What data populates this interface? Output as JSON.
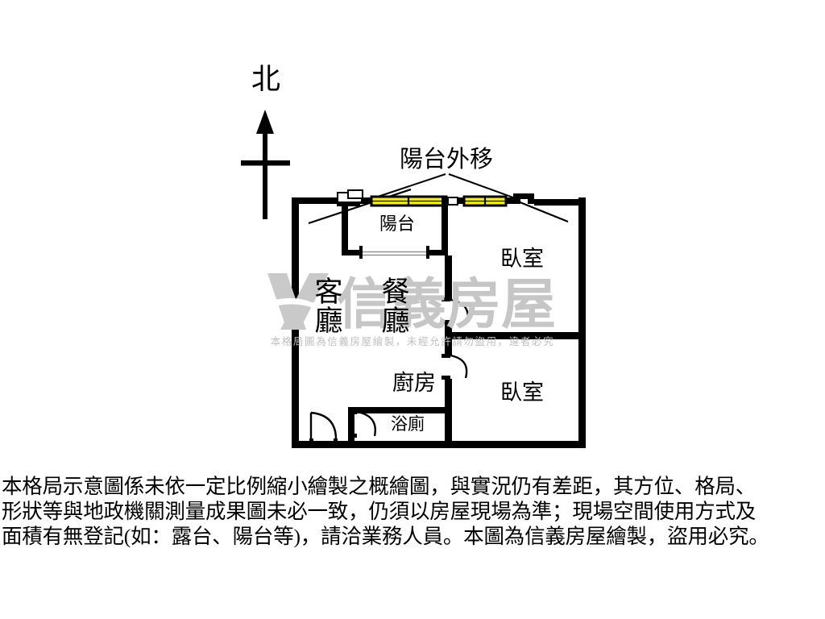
{
  "title": "房屋格局示意圖",
  "compass": {
    "label": "北",
    "icon": "north-arrow-icon"
  },
  "annotation": {
    "balcony_extension_label": "陽台外移"
  },
  "rooms": [
    {
      "key": "balcony",
      "label": "陽台",
      "name": "room-label-balcony"
    },
    {
      "key": "living",
      "label": "客\n廳",
      "name": "room-label-living-room"
    },
    {
      "key": "dining",
      "label": "餐\n廳",
      "name": "room-label-dining-room"
    },
    {
      "key": "bedroom_1",
      "label": "臥室",
      "name": "room-label-bedroom-1"
    },
    {
      "key": "bedroom_2",
      "label": "臥室",
      "name": "room-label-bedroom-2"
    },
    {
      "key": "kitchen",
      "label": "廚房",
      "name": "room-label-kitchen"
    },
    {
      "key": "bathroom",
      "label": "浴廁",
      "name": "room-label-bathroom"
    }
  ],
  "room_labels": {
    "balcony": "陽台",
    "living_room": "客\n廳",
    "dining_room": "餐\n廳",
    "bedroom_1": "臥室",
    "bedroom_2": "臥室",
    "kitchen": "廚房",
    "bathroom": "浴廁"
  },
  "watermark": {
    "brand": "信義房屋",
    "notice": "本格局圖為信義房屋繪製，未經允許請勿盜用，違者必究",
    "color": "#c4c4c4"
  },
  "disclaimer": {
    "line1": "本格局示意圖係未依一定比例縮小繪製之概繪圖，與實況仍有差距，其方位、格局、",
    "line2": "形狀等與地政機關測量成果圖未必一致，仍須以房屋現場為準；現場空間使用方式及",
    "line3": "面積有無登記(如：露台、陽台等)，請洽業務人員。本圖為信義房屋繪製，盜用必究。"
  },
  "colors": {
    "wall": "#000000",
    "window_fill": "#f2ea1e",
    "background": "#ffffff",
    "watermark_gray": "#c4c4c4",
    "door_line": "#1a1a1a"
  },
  "legend": {
    "window_highlight_meaning": "陽台外移"
  }
}
